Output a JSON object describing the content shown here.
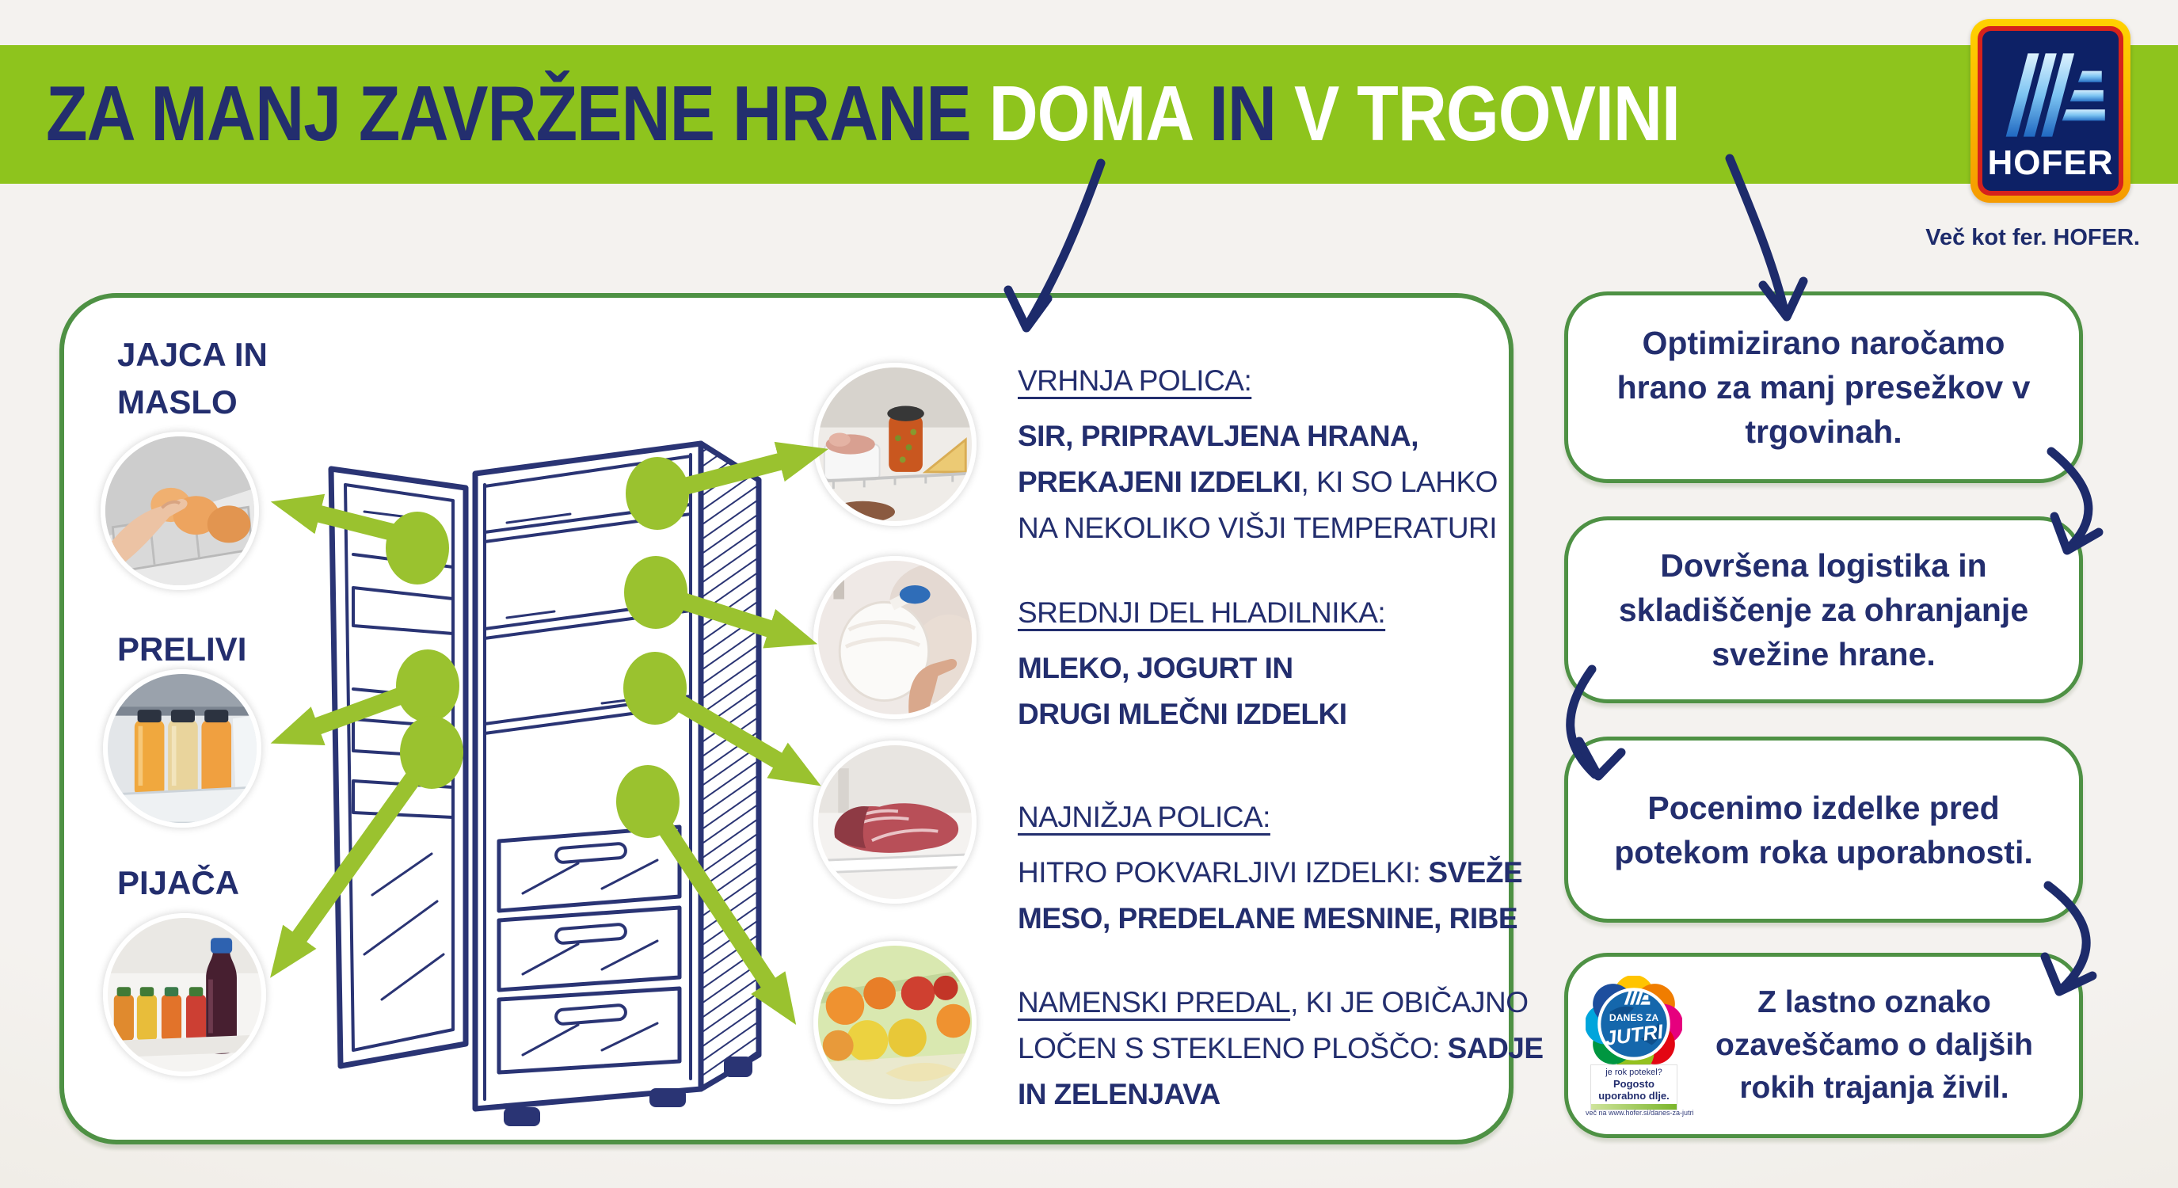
{
  "banner": {
    "title_run1": "ZA MANJ ZAVRŽENE HRANE ",
    "title_run2": "DOMA",
    "title_run3": " IN ",
    "title_run4": "V TRGOVINI"
  },
  "brand": {
    "name": "HOFER",
    "tagline": "Več kot fer. HOFER."
  },
  "colors": {
    "banner_green": "#8ec41d",
    "arrow_green": "#9ac22f",
    "box_border_green": "#4e9144",
    "navy": "#232e6e",
    "logo_gold": "#f59b00",
    "logo_red": "#d6221c",
    "logo_navy": "#0d2166"
  },
  "fridge_card": {
    "left_labels": {
      "eggs_line1": "JAJCA IN",
      "eggs_line2": "MASLO",
      "dressings": "PRELIVI",
      "drinks": "PIJAČA"
    },
    "sections": {
      "top_shelf": {
        "heading": "VRHNJA POLICA:",
        "l1_b": "SIR, PRIPRAVLJENA HRANA,",
        "l2_b": "PREKAJENI IZDELKI",
        "l2_r": ", KI SO LAHKO",
        "l3_r": "NA NEKOLIKO VIŠJI TEMPERATURI"
      },
      "middle": {
        "heading": "SREDNJI DEL HLADILNIKA:",
        "l1_b": "MLEKO, JOGURT IN",
        "l2_b": "DRUGI MLEČNI IZDELKI"
      },
      "bottom_shelf": {
        "heading": "NAJNIŽJA POLICA:",
        "l1_r": "HITRO POKVARLJIVI IZDELKI: ",
        "l1_b": "SVEŽE",
        "l2_b": "MESO, PREDELANE MESNINE, RIBE"
      },
      "drawer": {
        "l1_u": "NAMENSKI PREDAL",
        "l1_r": ", KI JE OBIČAJNO",
        "l2_r": "LOČEN S STEKLENO PLOŠČO: ",
        "l2_b": "SADJE",
        "l3_b": "IN ZELENJAVA"
      }
    }
  },
  "store_steps": {
    "step1": "Optimizirano naročamo hrano za manj presežkov v trgovinah.",
    "step2": "Dovršena logistika in skladiščenje za ohranjanje svežine hrane.",
    "step3": "Pocenimo izdelke pred potekom roka uporabnosti.",
    "step4": "Z lastno oznako ozaveščamo o daljših rokih trajanja živil."
  },
  "badge": {
    "top": "DANES ZA",
    "main": "JUTRI",
    "q": "je rok potekel?",
    "a1": "Pogosto",
    "a2": "uporabno dlje.",
    "url": "več na www.hofer.si/danes-za-jutri"
  }
}
